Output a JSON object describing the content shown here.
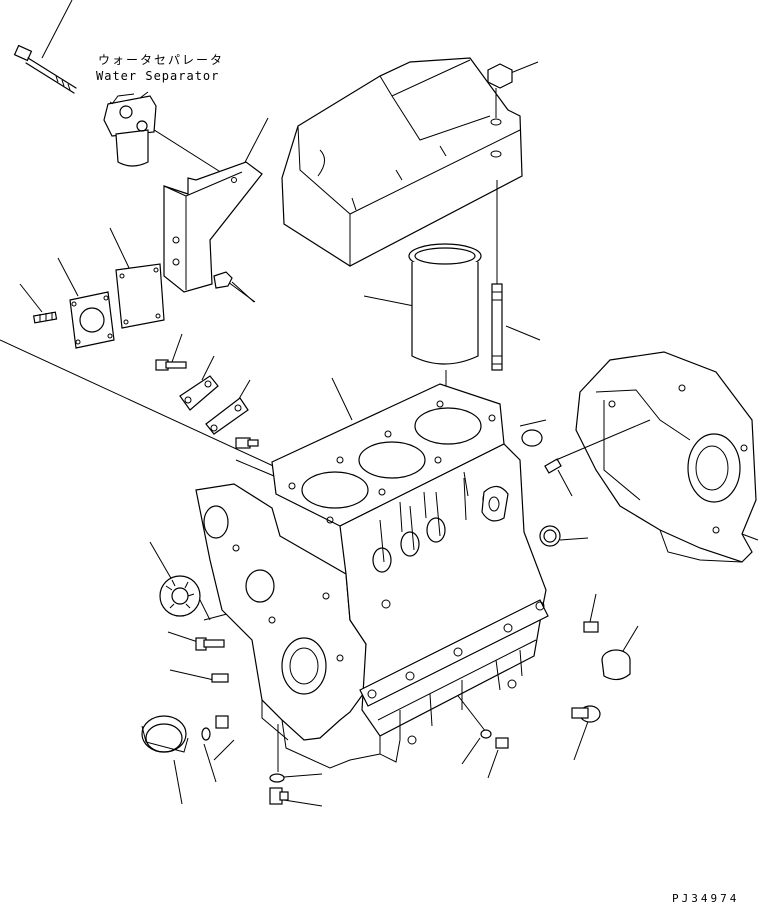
{
  "diagram": {
    "labels": {
      "separator_jp": "ウォータセパレータ",
      "separator_en": "Water Separator",
      "drawing_number": "PJ34974"
    }
  }
}
